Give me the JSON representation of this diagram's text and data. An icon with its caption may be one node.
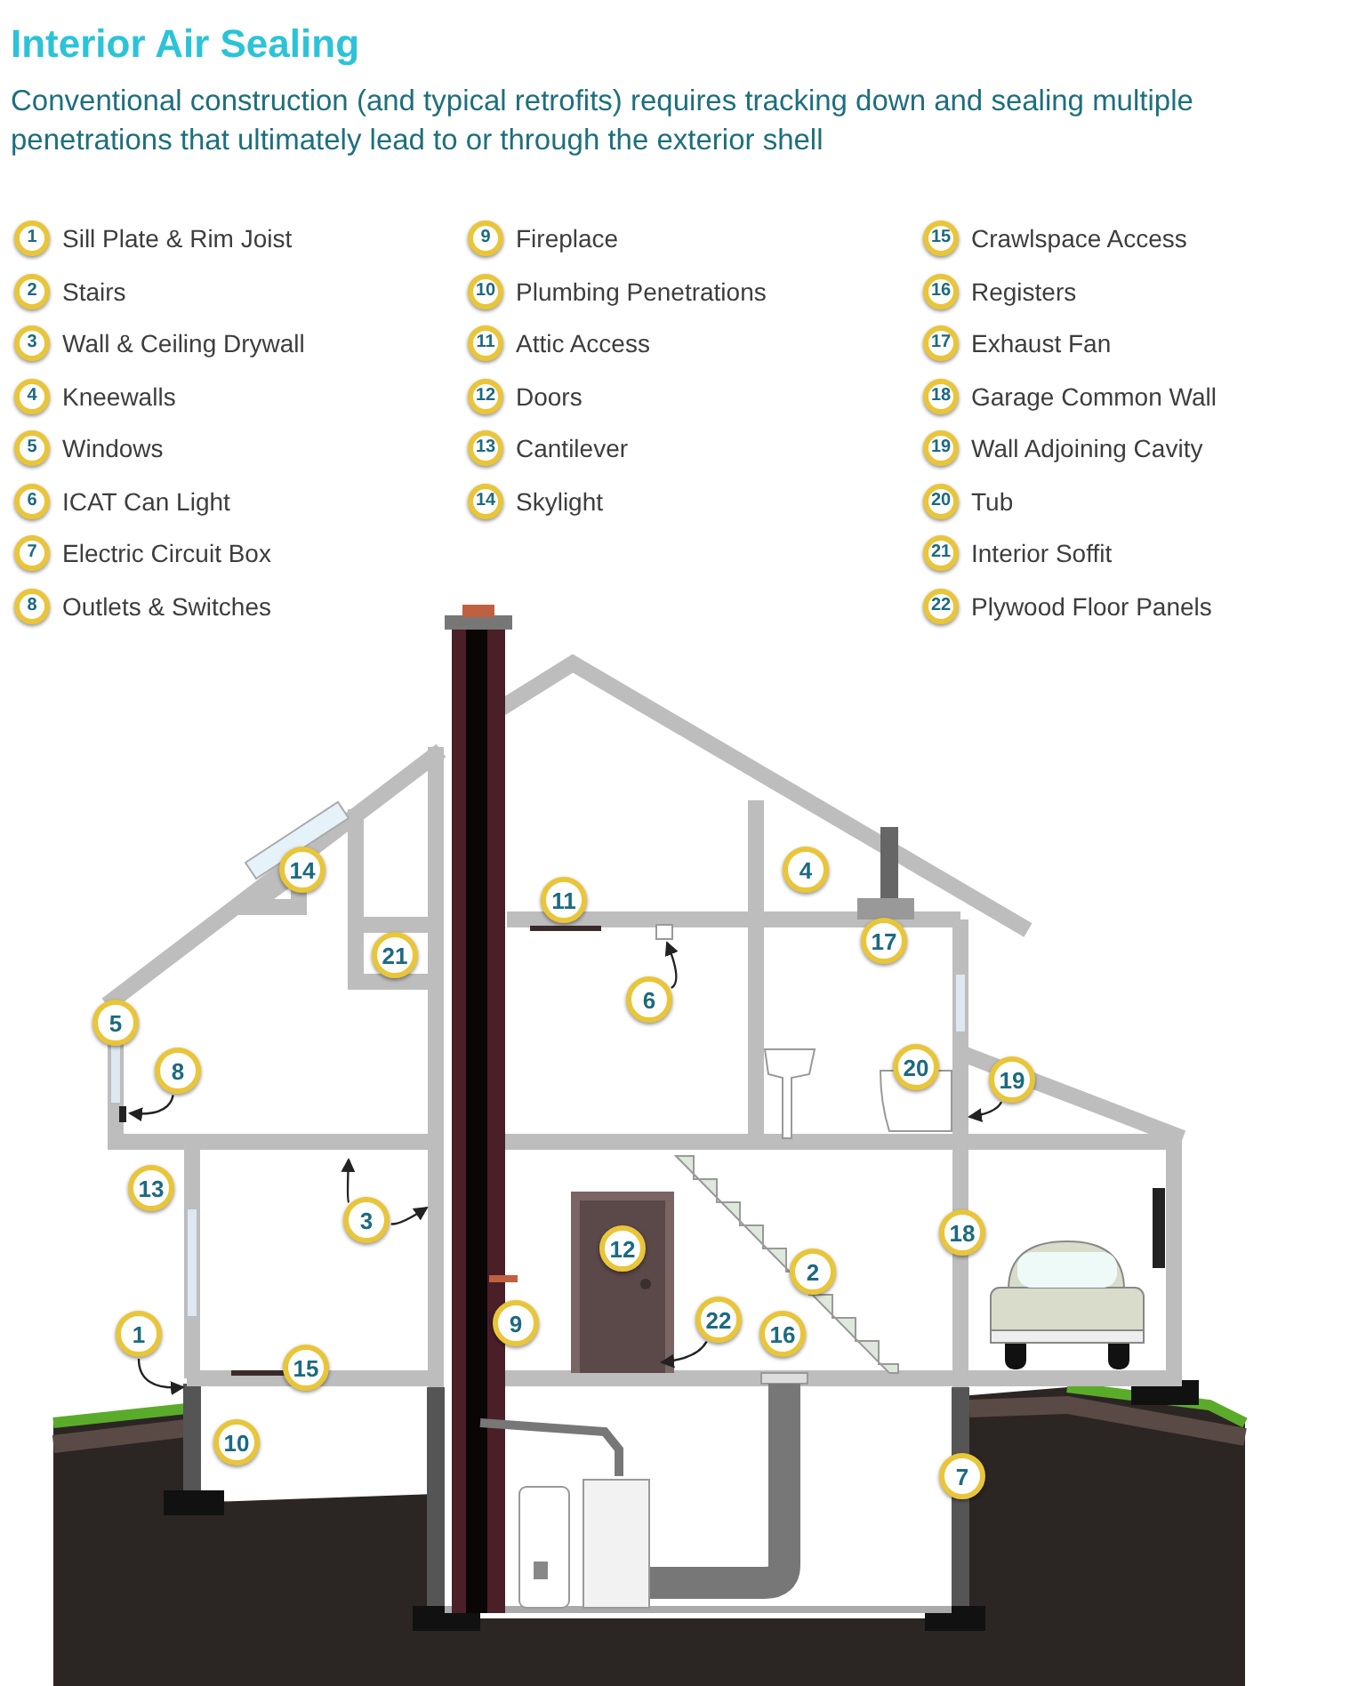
{
  "diagram": {
    "title": "Interior Air Sealing",
    "caption": "Conventional construction (and typical retrofits) requires tracking down and sealing multiple penetrations that ultimately lead to or through the exterior shell",
    "nodes": [
      {
        "text": [
          "1"
        ],
        "beside": [
          "Sill Plate & Rim Joist"
        ]
      },
      {
        "text": [
          "2"
        ],
        "beside": [
          "Stairs"
        ]
      },
      {
        "text": [
          "3"
        ],
        "beside": [
          "Wall & Ceiling Drywall"
        ]
      },
      {
        "text": [
          "4"
        ],
        "beside": [
          "Kneewalls"
        ]
      },
      {
        "text": [
          "5"
        ],
        "beside": [
          "Windows"
        ]
      },
      {
        "text": [
          "6"
        ],
        "beside": [
          "ICAT Can Light"
        ]
      },
      {
        "text": [
          "7"
        ],
        "beside": [
          "Electric Circuit Box"
        ]
      },
      {
        "text": [
          "8"
        ],
        "beside": [
          "Outlets & Switches"
        ]
      },
      {
        "text": [
          "9"
        ],
        "beside": [
          "Fireplace"
        ]
      },
      {
        "text": [
          "10"
        ],
        "beside": [
          "Plumbing Penetrations"
        ]
      },
      {
        "text": [
          "11"
        ],
        "beside": [
          "Attic Access"
        ]
      },
      {
        "text": [
          "12"
        ],
        "beside": [
          "Doors"
        ]
      },
      {
        "text": [
          "13"
        ],
        "beside": [
          "Cantilever"
        ]
      },
      {
        "text": [
          "14"
        ],
        "beside": [
          "Skylight"
        ]
      },
      {
        "text": [
          "15"
        ],
        "beside": [
          "Crawlspace Access"
        ]
      },
      {
        "text": [
          "16"
        ],
        "beside": [
          "Registers"
        ]
      },
      {
        "text": [
          "17"
        ],
        "beside": [
          "Exhaust Fan"
        ]
      },
      {
        "text": [
          "18"
        ],
        "beside": [
          "Garage Common Wall"
        ]
      },
      {
        "text": [
          "19"
        ],
        "beside": [
          "Wall Adjoining Cavity"
        ]
      },
      {
        "text": [
          "20"
        ],
        "beside": [
          "Tub"
        ]
      },
      {
        "text": [
          "21"
        ],
        "beside": [
          "Interior Soffit"
        ]
      },
      {
        "text": [
          "22"
        ],
        "beside": [
          "Plywood Floor Panels"
        ]
      },
      {
        "text": [
          "14"
        ]
      },
      {
        "text": [
          "4"
        ]
      },
      {
        "text": [
          "11"
        ]
      },
      {
        "text": [
          "17"
        ]
      },
      {
        "text": [
          "21"
        ]
      },
      {
        "text": [
          "6"
        ]
      },
      {
        "text": [
          "5"
        ]
      },
      {
        "text": [
          "20"
        ]
      },
      {
        "text": [
          "8"
        ]
      },
      {
        "text": [
          "19"
        ]
      },
      {
        "text": [
          "13"
        ]
      },
      {
        "text": [
          "3"
        ]
      },
      {
        "text": [
          "12"
        ]
      },
      {
        "text": [
          "18"
        ]
      },
      {
        "text": [
          "2"
        ]
      },
      {
        "text": [
          "9"
        ]
      },
      {
        "text": [
          "22"
        ]
      },
      {
        "text": [
          "16"
        ]
      },
      {
        "text": [
          "1"
        ]
      },
      {
        "text": [
          "15"
        ]
      },
      {
        "text": [
          "10"
        ]
      },
      {
        "text": [
          "7"
        ]
      }
    ],
    "edges": [
      {
        "from": 27,
        "to": null,
        "arrow": "to"
      },
      {
        "from": 30,
        "to": null,
        "arrow": "to"
      },
      {
        "from": 31,
        "to": null,
        "arrow": "to"
      },
      {
        "from": 33,
        "to": null,
        "arrow": "to"
      },
      {
        "from": 33,
        "to": null,
        "arrow": "to"
      },
      {
        "from": 38,
        "to": null,
        "arrow": "to"
      },
      {
        "from": 40,
        "to": null,
        "arrow": "to"
      }
    ]
  }
}
